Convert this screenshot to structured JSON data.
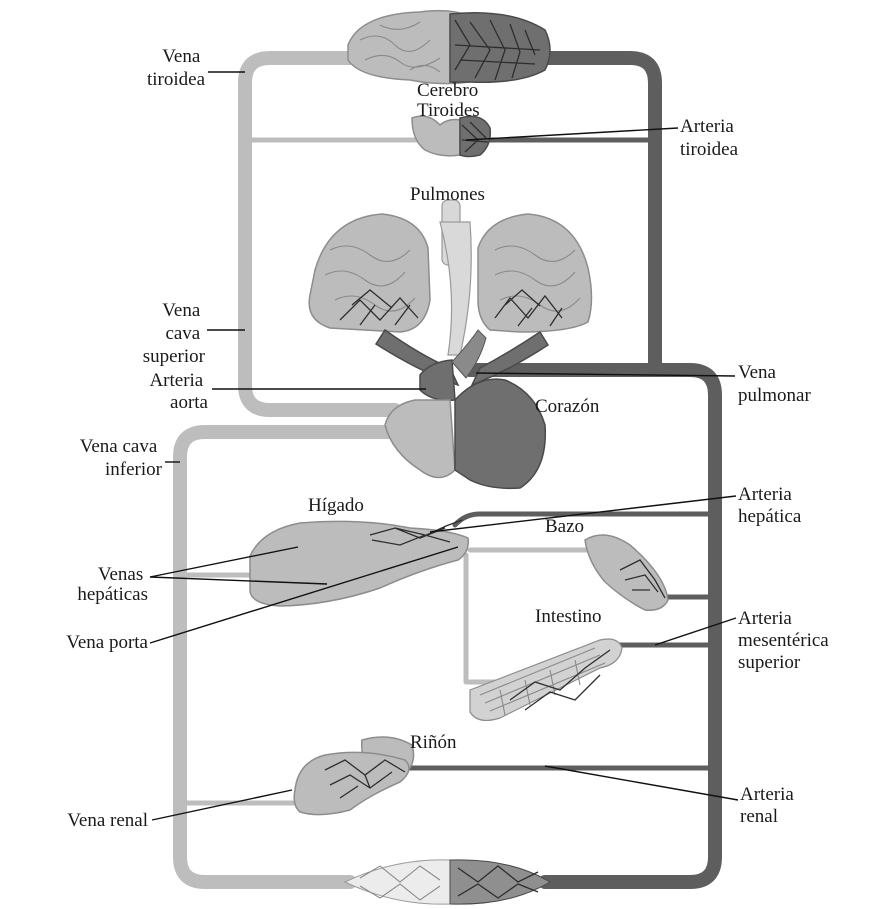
{
  "labels": {
    "vena_tiroidea": [
      "Vena",
      "tiroidea"
    ],
    "cerebro": "Cerebro",
    "tiroides": "Tiroides",
    "arteria_tiroidea": [
      "Arteria",
      "tiroidea"
    ],
    "pulmones": "Pulmones",
    "vena_cava_superior": [
      "Vena",
      "cava",
      "superior"
    ],
    "arteria_aorta": [
      "Arteria",
      "aorta"
    ],
    "vena_pulmonar": [
      "Vena",
      "pulmonar"
    ],
    "corazon": "Corazón",
    "vena_cava_inferior": [
      "Vena cava",
      "inferior"
    ],
    "higado": "Hígado",
    "arteria_hepatica": [
      "Arteria",
      "hepática"
    ],
    "bazo": "Bazo",
    "venas_hepaticas": [
      "Venas",
      "hepáticas"
    ],
    "vena_porta": "Vena porta",
    "intestino": "Intestino",
    "arteria_mesenterica_superior": [
      "Arteria",
      "mesentérica",
      "superior"
    ],
    "rinon": "Riñón",
    "vena_renal": "Vena renal",
    "arteria_renal": [
      "Arteria",
      "renal"
    ]
  },
  "colors": {
    "vein": "#bdbdbd",
    "artery": "#5e5e5e",
    "organ_light": "#bcbcbc",
    "organ_dark": "#6f6f6f",
    "leader_line": "#111111"
  }
}
